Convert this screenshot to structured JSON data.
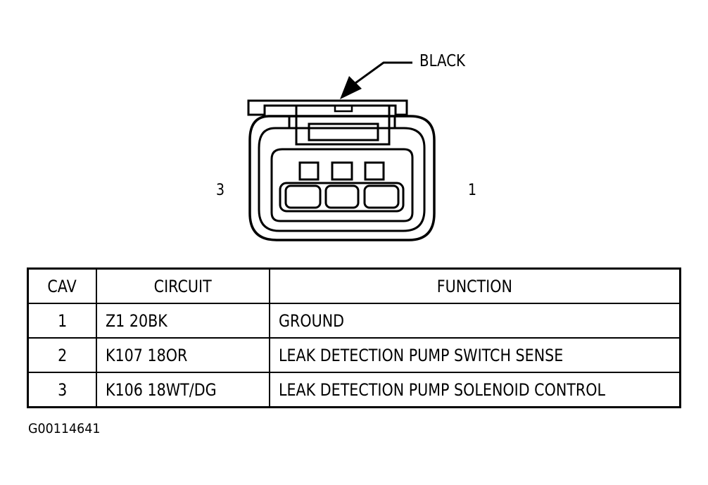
{
  "connector": {
    "color_label": "BLACK",
    "pin_left_label": "3",
    "pin_right_label": "1"
  },
  "table": {
    "headers": [
      "CAV",
      "CIRCUIT",
      "FUNCTION"
    ],
    "rows": [
      {
        "cav": "1",
        "circuit": "Z1 20BK",
        "function": "GROUND"
      },
      {
        "cav": "2",
        "circuit": "K107 18OR",
        "function": "LEAK DETECTION PUMP SWITCH SENSE"
      },
      {
        "cav": "3",
        "circuit": "K106 18WT/DG",
        "function": "LEAK DETECTION PUMP SOLENOID CONTROL"
      }
    ]
  },
  "figure_id": "G00114641"
}
